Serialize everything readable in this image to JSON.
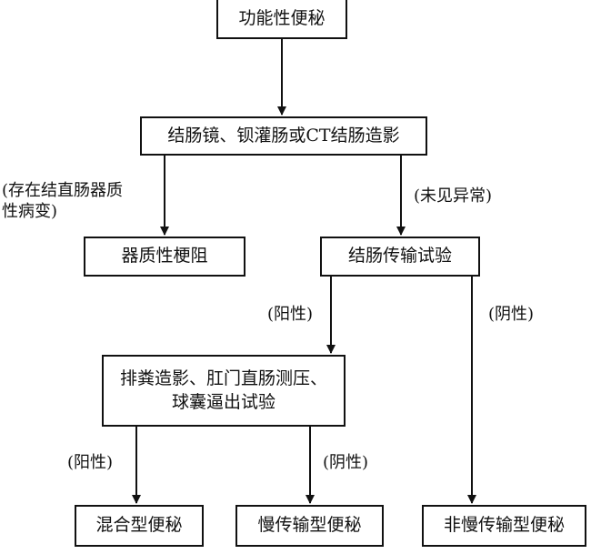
{
  "nodes": {
    "root": "功能性便秘",
    "exam": "结肠镜、钡灌肠或CT结肠造影",
    "organic": "器质性梗阻",
    "transit_test": "结肠传输试验",
    "anorectal_test": "排粪造影、肛门直肠测压、\n球囊逼出试验",
    "mixed": "混合型便秘",
    "slow_transit": "慢传输型便秘",
    "non_slow_transit": "非慢传输型便秘"
  },
  "edge_labels": {
    "organic_lesion": "(存在结直肠器质\n性病变)",
    "no_abnormality": "(未见异常)",
    "transit_positive": "(阳性)",
    "transit_negative": "(阴性)",
    "anorectal_positive": "(阳性)",
    "anorectal_negative": "(阴性)"
  }
}
